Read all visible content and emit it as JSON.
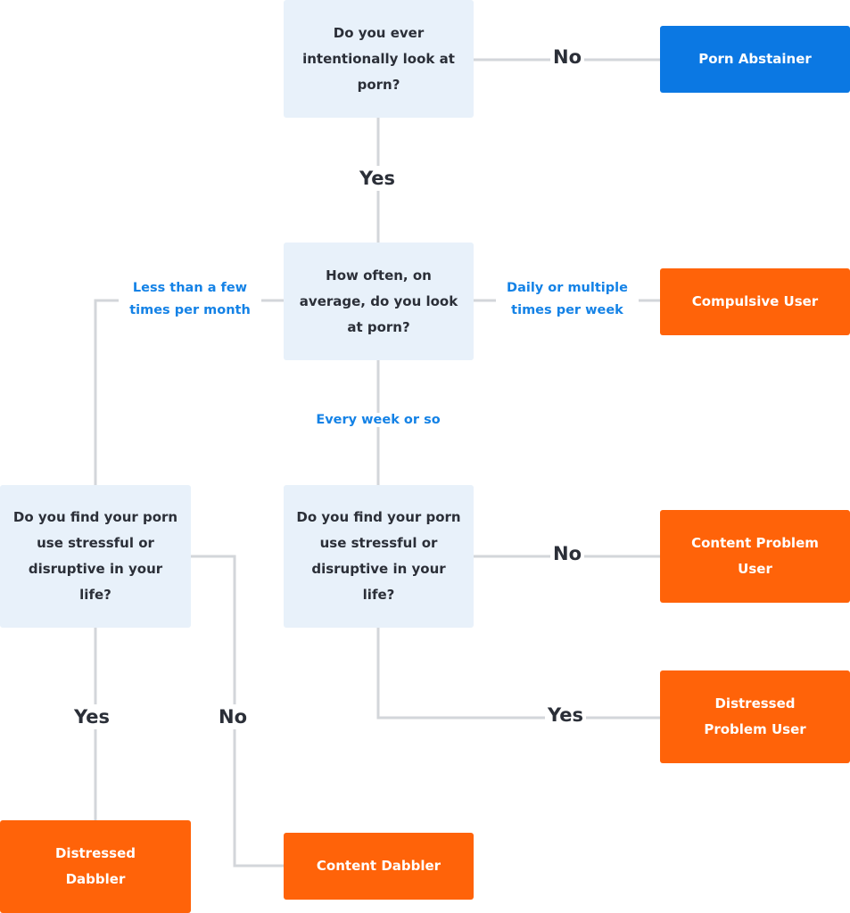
{
  "nodes": {
    "q1": "Do you ever intentionally look at porn?",
    "q2": "How often, on average, do you look at porn?",
    "q3_left": "Do you find your porn use stressful or disruptive in your life?",
    "q3_mid": "Do you find your porn use stressful or disruptive in your life?",
    "porn_abstainer": "Porn Abstainer",
    "compulsive_user": "Compulsive User",
    "content_problem_user": "Content Problem User",
    "distressed_problem_user": "Distressed Problem User",
    "distressed_dabbler": "Distressed Dabbler",
    "content_dabbler": "Content Dabbler"
  },
  "edges": {
    "q1_no": "No",
    "q1_yes": "Yes",
    "q2_less": "Less than a few times per month",
    "q2_daily": "Daily or multiple times per week",
    "q2_weekly": "Every week or so",
    "q3mid_no": "No",
    "q3mid_yes": "Yes",
    "q3left_yes": "Yes",
    "q3left_no": "No"
  },
  "colors": {
    "question_bg": "#e8f1fa",
    "result_blue": "#0b78e3",
    "result_orange": "#ff6309",
    "answer_blue_text": "#1482e6",
    "connector": "#d3d6da"
  }
}
